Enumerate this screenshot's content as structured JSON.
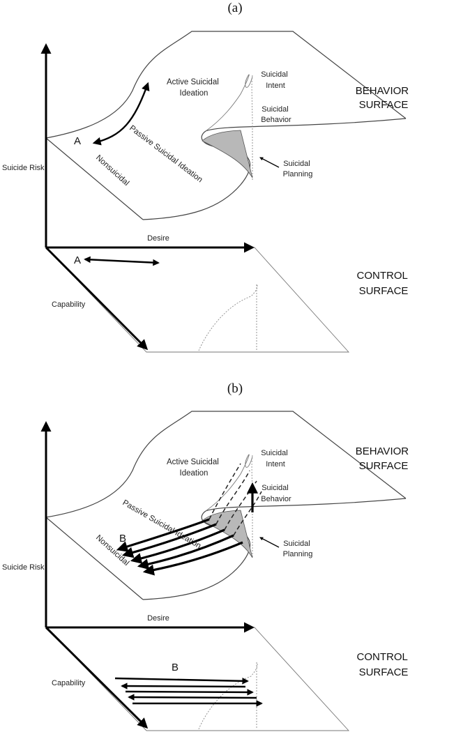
{
  "panels": [
    {
      "id": "a",
      "panel_label": "(a)",
      "behavior_surface": [
        "BEHAVIOR",
        "SURFACE"
      ],
      "control_surface": [
        "CONTROL",
        "SURFACE"
      ],
      "regions": {
        "active_ideation": [
          "Active Suicidal",
          "Ideation"
        ],
        "passive_ideation": "Passive Suicidal Ideation",
        "nonsuicidal": "Nonsuicidal",
        "intent": [
          "Suicidal",
          "Intent"
        ],
        "behavior": [
          "Suicidal",
          "Behavior"
        ],
        "planning": [
          "Suicidal",
          "Planning"
        ]
      },
      "axes": {
        "y": "Suicide Risk",
        "x": "Desire",
        "z": "Capability"
      },
      "trajectory_label": "A"
    },
    {
      "id": "b",
      "panel_label": "(b)",
      "behavior_surface": [
        "BEHAVIOR",
        "SURFACE"
      ],
      "control_surface": [
        "CONTROL",
        "SURFACE"
      ],
      "regions": {
        "active_ideation": [
          "Active Suicidal",
          "Ideation"
        ],
        "passive_ideation": "Passive Suicidal Ideation",
        "nonsuicidal": "Nonsuicidal",
        "intent": [
          "Suicidal",
          "Intent"
        ],
        "behavior": [
          "Suicidal",
          "Behavior"
        ],
        "planning": [
          "Suicidal",
          "Planning"
        ]
      },
      "axes": {
        "y": "Suicide Risk",
        "x": "Desire",
        "z": "Capability"
      },
      "trajectory_label": "B"
    }
  ]
}
